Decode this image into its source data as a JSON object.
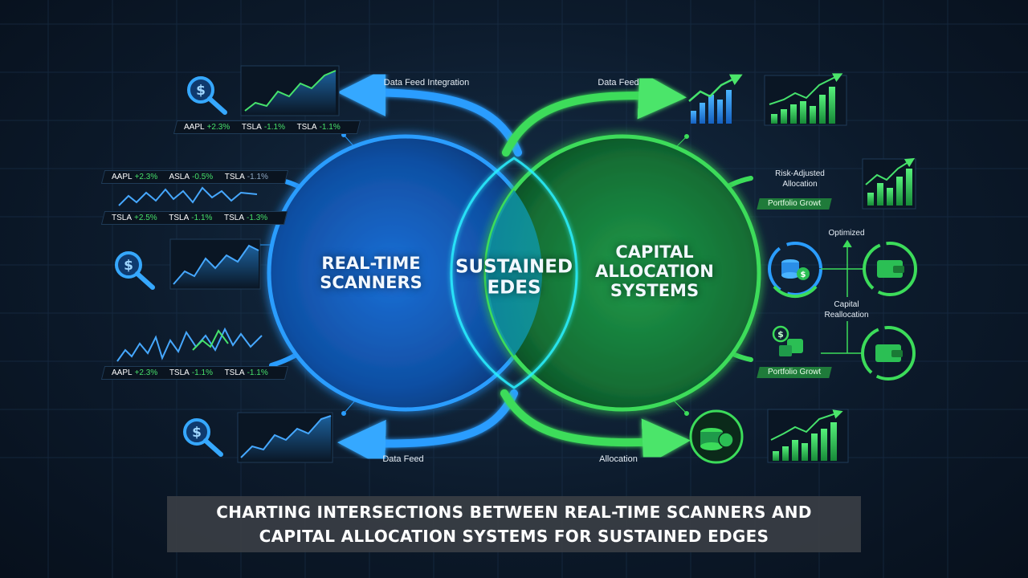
{
  "title_lines": [
    "CHARTING INTERSECTIONS BETWEEN REAL-TIME SCANNERS AND",
    "CAPITAL ALLOCATION SYSTEMS FOR SUSTAINED EDGES"
  ],
  "circles": {
    "left": [
      "REAL-TIME",
      "SCANNERS"
    ],
    "center": [
      "SUSTAINED",
      "EDES"
    ],
    "right": [
      "CAPITAL",
      "ALLOCATION",
      "SYSTEMS"
    ]
  },
  "flow_labels": {
    "top_left": "Data Feed Integration",
    "top_right": "Data Feed",
    "bottom_left": "Data Feed",
    "bottom_right": "Allocation"
  },
  "tickers": {
    "row1": [
      {
        "sym": "AAPL",
        "chg": "+2.3%"
      },
      {
        "sym": "TSLA",
        "chg": "-1.1%"
      },
      {
        "sym": "TSLA",
        "chg": "-1.1%"
      }
    ],
    "row2": [
      {
        "sym": "AAPL",
        "chg": "+2.3%"
      },
      {
        "sym": "ASLA",
        "chg": "-0.5%"
      },
      {
        "sym": "TSLA",
        "chg": "-1.1%"
      }
    ],
    "row3": [
      {
        "sym": "TSLA",
        "chg": "+2.5%"
      },
      {
        "sym": "TSLA",
        "chg": "-1.1%"
      },
      {
        "sym": "TSLA",
        "chg": "-1.3%"
      }
    ],
    "row4": [
      {
        "sym": "AAPL",
        "chg": "+2.3%"
      },
      {
        "sym": "TSLA",
        "chg": "-1.1%"
      },
      {
        "sym": "TSLA",
        "chg": "-1.1%"
      }
    ]
  },
  "right_labels": {
    "risk_adjusted": [
      "Risk-Adjusted",
      "Allocation"
    ],
    "portfolio_growth_1": "Portfolio Growt",
    "optimized": "Optimized",
    "capital_reallocation": [
      "Capital",
      "Reallocation"
    ],
    "portfolio_growth_2": "Portfolio Growt"
  },
  "colors": {
    "blue": "#1f8fff",
    "green": "#3cdc5a",
    "cyan": "#2cf0ff",
    "background": "#0c1a2b"
  },
  "icons": {
    "scanner": "magnifier-dollar-icon",
    "allocation": "coins-cycle-icon",
    "wallet": "wallet-cycle-icon"
  }
}
